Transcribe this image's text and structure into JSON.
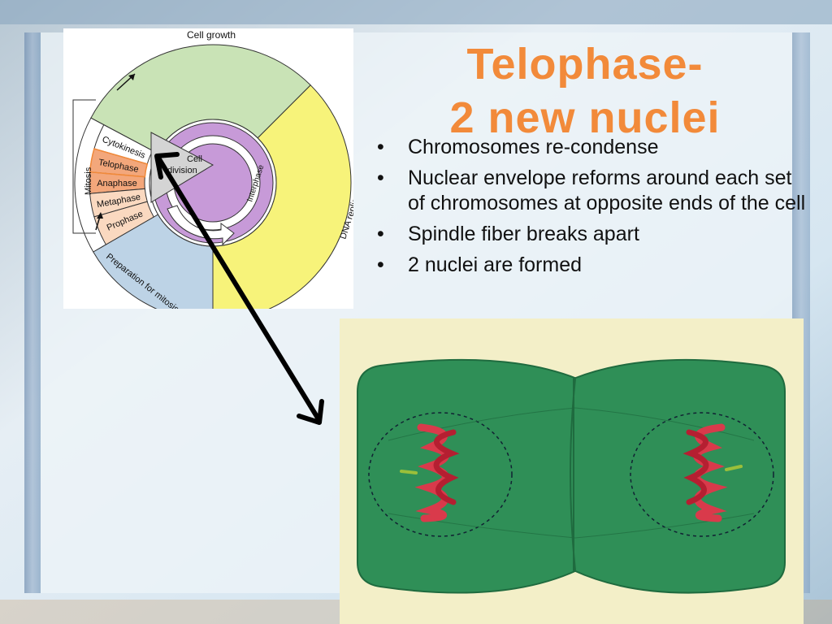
{
  "slide": {
    "title_line1": "Telophase-",
    "title_line2": "2 new nuclei",
    "bullets": [
      "Chromosomes re-condense",
      "Nuclear envelope reforms around each set of chromosomes at opposite ends of the cell",
      "Spindle fiber breaks apart",
      "2 nuclei are formed"
    ]
  },
  "cycle_diagram": {
    "outer_labels": {
      "cell_growth": "Cell growth",
      "dna_replication": "DNA replication",
      "preparation": "Preparation for mitosis",
      "mitosis": "Mitosis"
    },
    "phases": [
      "Cytokinesis",
      "Telophase",
      "Anaphase",
      "Metaphase",
      "Prophase"
    ],
    "center_top": "Cell",
    "center_bottom": "division",
    "interphase": "Interphase",
    "colors": {
      "growth": "#c9e3b6",
      "replication": "#f7f37a",
      "preparation": "#bdd3e6",
      "phase_dark": "#f3a77b",
      "phase_light": "#fad9c0",
      "inner_ring": "#c79ad8",
      "highlight": "#f28a3a"
    }
  }
}
